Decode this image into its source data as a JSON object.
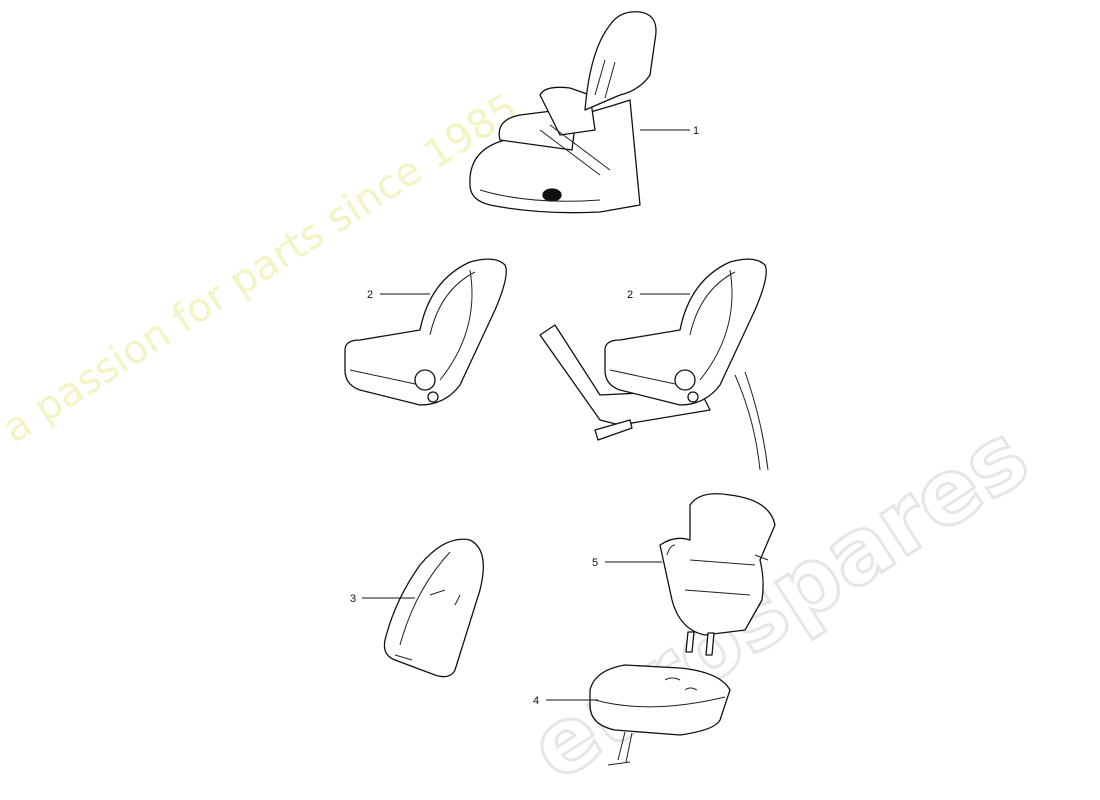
{
  "watermark": {
    "logo_text": "eurospares",
    "tagline": "a passion for parts since 1985",
    "logo_color": "#e6e6e6",
    "tagline_color": "#f3f3c4"
  },
  "callouts": [
    {
      "label": "1",
      "part": "child-seat-group-1"
    },
    {
      "label": "2",
      "part": "baby-seat"
    },
    {
      "label": "2",
      "part": "baby-seat-with-isofix-base"
    },
    {
      "label": "3",
      "part": "seat-cover"
    },
    {
      "label": "5",
      "part": "booster-backrest"
    },
    {
      "label": "4",
      "part": "booster-cushion"
    }
  ]
}
